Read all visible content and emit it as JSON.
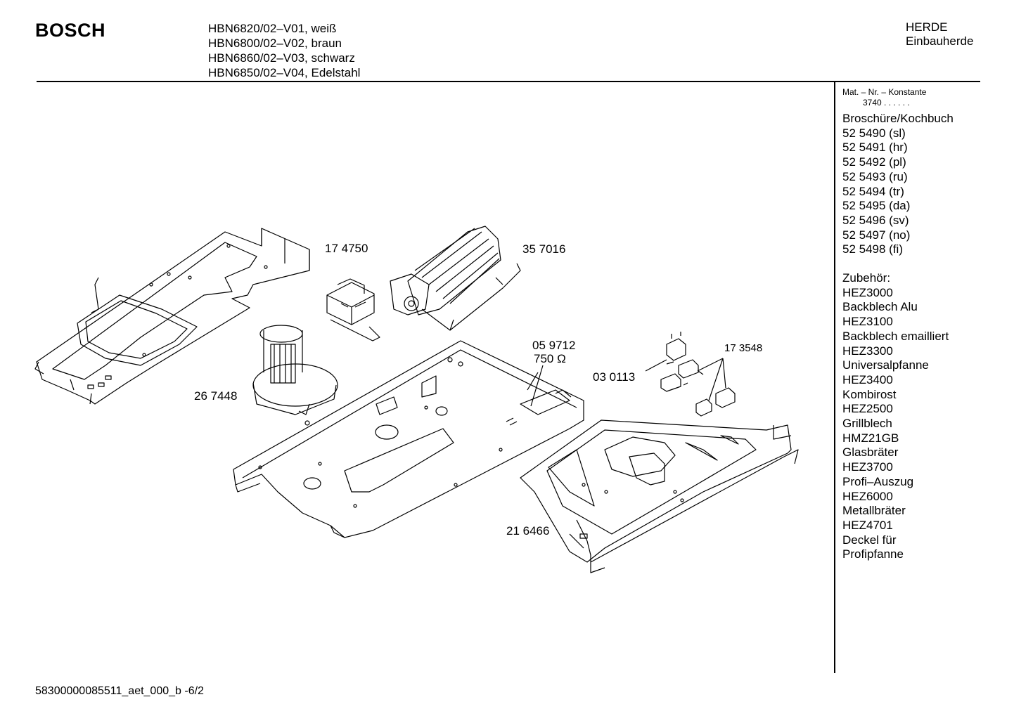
{
  "header": {
    "brand": "BOSCH",
    "models": [
      "HBN6820/02–V01, weiß",
      "HBN6800/02–V02, braun",
      "HBN6860/02–V03, schwarz",
      "HBN6850/02–V04, Edelstahl"
    ],
    "category": "HERDE",
    "subcategory": "Einbauherde"
  },
  "sidebar": {
    "mat_label": "Mat. – Nr. – Konstante",
    "mat_value": "3740  .  .   .  .  .  .",
    "brochure_title": "Broschüre/Kochbuch",
    "brochures": [
      "52 5490 (sl)",
      "52 5491 (hr)",
      "52 5492 (pl)",
      "52 5493 (ru)",
      "52 5494 (tr)",
      "52 5495 (da)",
      "52 5496 (sv)",
      "52 5497 (no)",
      "52 5498 (fi)"
    ],
    "accessories_title": "Zubehör:",
    "accessories": [
      "HEZ3000",
      "Backblech Alu",
      "HEZ3100",
      "Backblech emailliert",
      "HEZ3300",
      "Universalpfanne",
      "HEZ3400",
      "Kombirost",
      "HEZ2500",
      "Grillblech",
      "HMZ21GB",
      "Glasbräter",
      "HEZ3700",
      "Profi–Auszug",
      "HEZ6000",
      "Metallbräter",
      "HEZ4701",
      "Deckel für",
      "Profipfanne"
    ]
  },
  "parts": {
    "p174750": "17 4750",
    "p357016": "35 7016",
    "p267448": "26 7448",
    "p059712": "05 9712",
    "p059712_value": "750 Ω",
    "p030113": "03  0113",
    "p173548": "17 3548",
    "p216466": "21 6466"
  },
  "footer": {
    "doc_id": "58300000085511_aet_000_b  -6/2"
  }
}
